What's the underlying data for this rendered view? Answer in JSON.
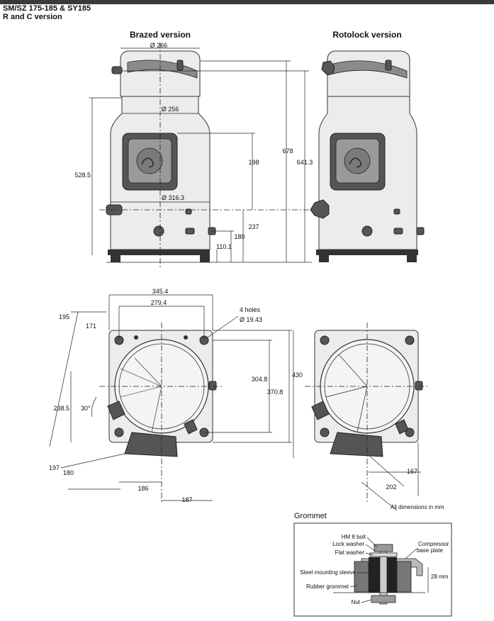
{
  "header": {
    "line1": "SM/SZ 175-185 & SY185",
    "line2": "R and C version"
  },
  "side_views": {
    "brazed_title": "Brazed version",
    "rotolock_title": "Rotolock version",
    "dims": {
      "d266": "Ø 266",
      "d256": "Ø 256",
      "d3163": "Ø 316.3",
      "h5285": "528.5",
      "h198": "198",
      "h678": "678",
      "h6413": "641.3",
      "h237": "237",
      "h180": "180",
      "h1101": "110.1"
    }
  },
  "top_views": {
    "dims": {
      "w3454": "345.4",
      "w2794": "279.4",
      "holes": "4 holes",
      "hole_dia": "Ø 19.43",
      "d195": "195",
      "d171": "171",
      "h3048": "304.8",
      "h3708": "370.8",
      "h430": "430",
      "d2385": "238.5",
      "a30": "30°",
      "d197": "197",
      "d180": "180",
      "d186": "186",
      "d187": "187",
      "d167": "167",
      "d202": "202"
    },
    "note": "All dimensions in mm"
  },
  "grommet": {
    "title": "Grommet",
    "labels": {
      "bolt": "HM 8 bolt",
      "lock": "Lock washer",
      "flat": "Flat washer",
      "sleeve": "Steel mounting sleeve",
      "rubber": "Rubber grommet",
      "nut": "Nut",
      "base1": "Compressor",
      "base2": "base plate",
      "mm28": "28 mm"
    }
  },
  "colors": {
    "body": "#ececec",
    "terminal": "#5a5a5a",
    "topbar": "#3a3a3a"
  }
}
